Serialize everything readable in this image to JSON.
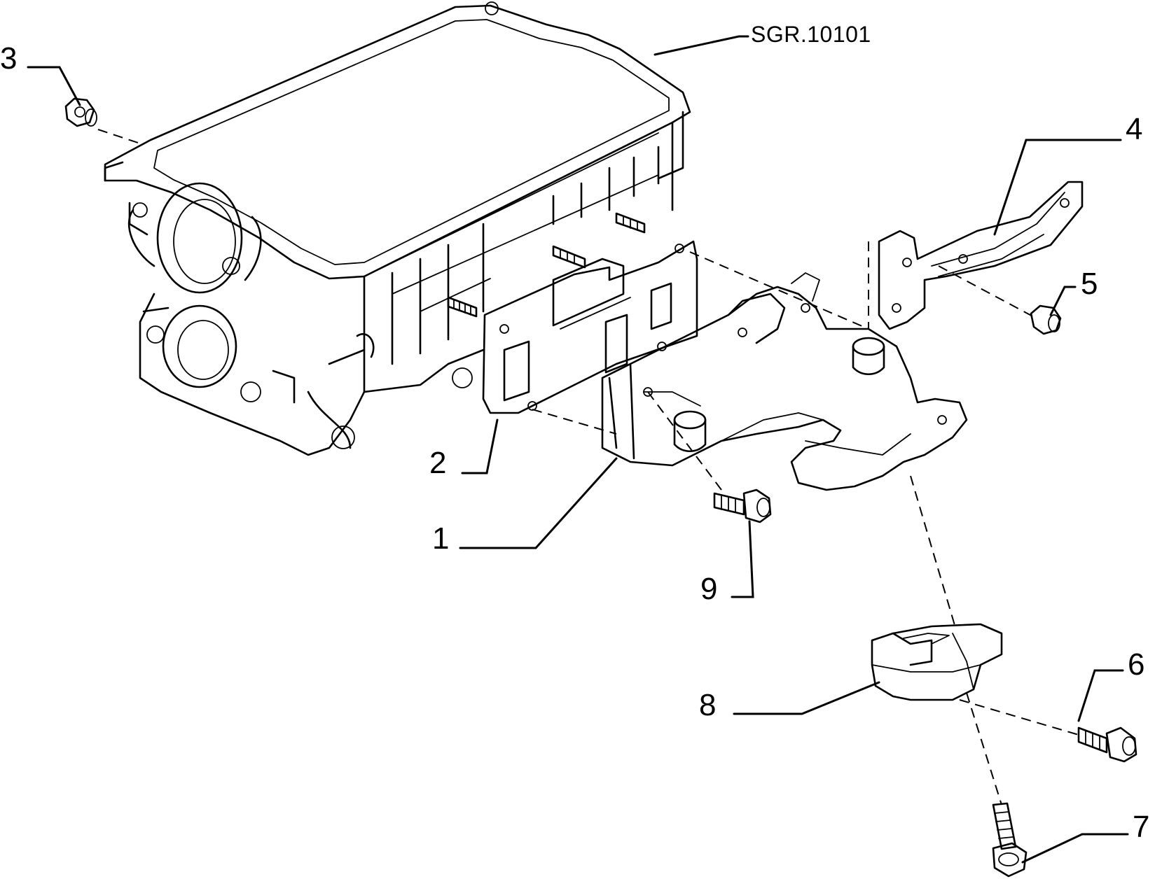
{
  "reference": "SGR.10101",
  "callouts": {
    "p1": "1",
    "p2": "2",
    "p3": "3",
    "p4": "4",
    "p5": "5",
    "p6": "6",
    "p7": "7",
    "p8": "8",
    "p9": "9"
  },
  "colors": {
    "line": "#000000",
    "background": "#ffffff"
  }
}
